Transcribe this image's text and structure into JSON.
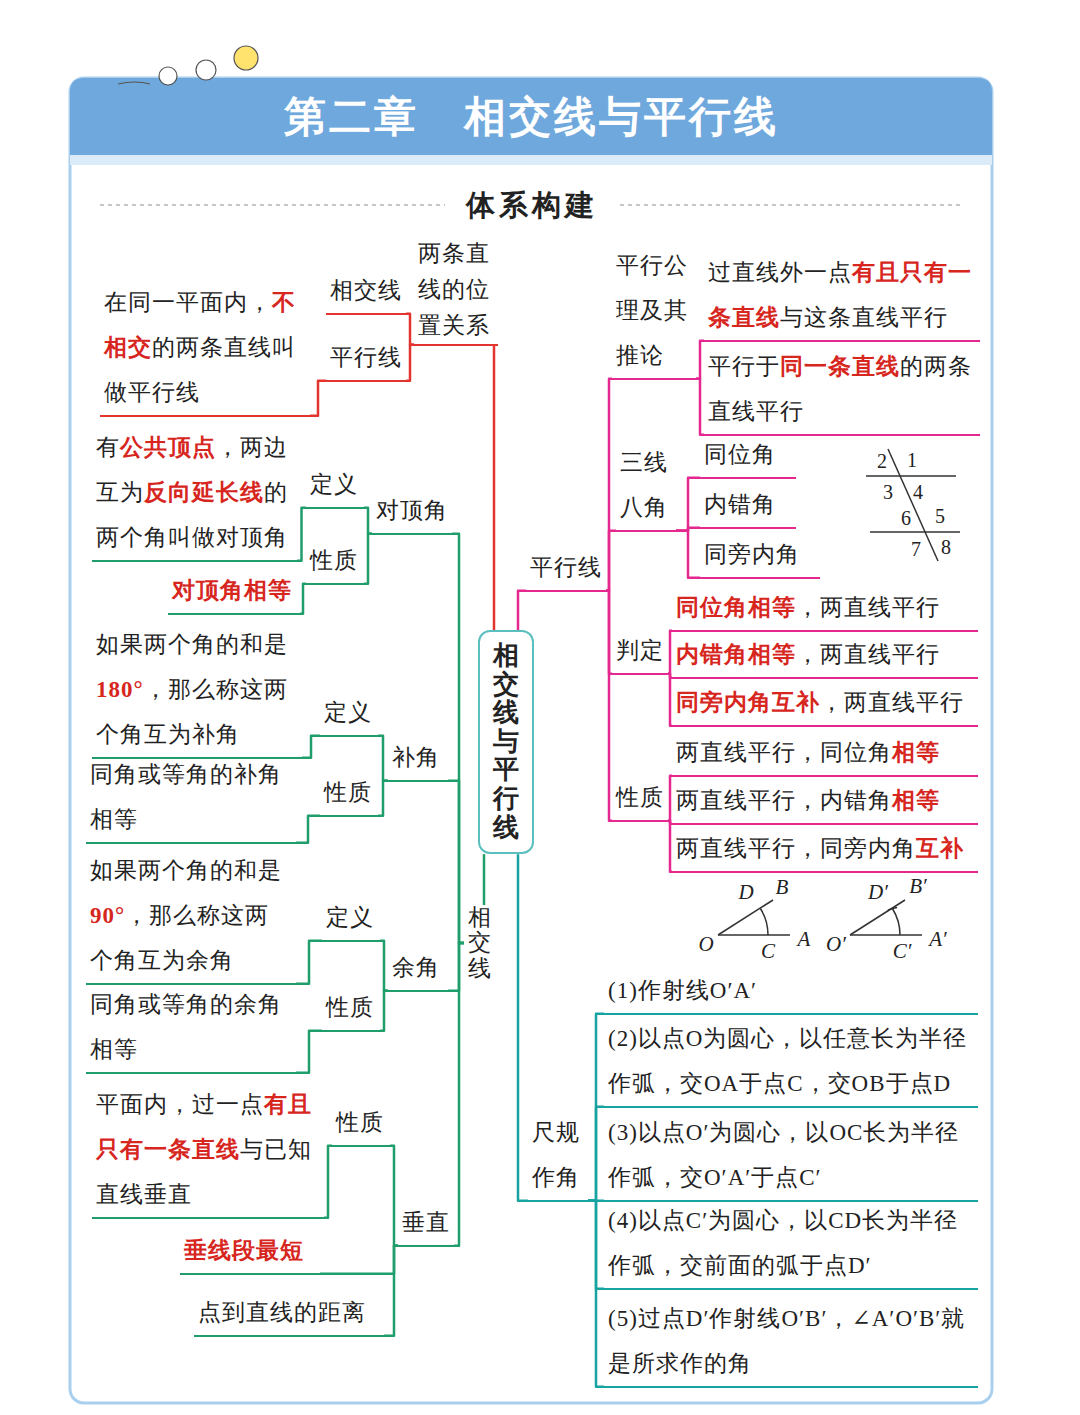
{
  "diagram": {
    "title": "第二章　相交线与平行线",
    "nodes": [
      {
        "text": [
          "相交线与平行线"
        ]
      },
      {
        "text": [
          "两条直线的位置关系"
        ]
      },
      {
        "text": [
          "相交线"
        ]
      },
      {
        "text": [
          "平行线"
        ]
      },
      {
        "text": [
          "在同一平面内，不相交的两条直线叫做平行线"
        ]
      },
      {
        "text": [
          "相交线"
        ]
      },
      {
        "text": [
          "对顶角"
        ]
      },
      {
        "text": [
          "定义"
        ]
      },
      {
        "text": [
          "有公共顶点，两边互为反向延长线的两个角叫做对顶角"
        ]
      },
      {
        "text": [
          "性质"
        ]
      },
      {
        "text": [
          "对顶角相等"
        ]
      },
      {
        "text": [
          "补角"
        ]
      },
      {
        "text": [
          "定义"
        ]
      },
      {
        "text": [
          "如果两个角的和是180°，那么称这两个角互为补角"
        ]
      },
      {
        "text": [
          "性质"
        ]
      },
      {
        "text": [
          "同角或等角的补角相等"
        ]
      },
      {
        "text": [
          "余角"
        ]
      },
      {
        "text": [
          "定义"
        ]
      },
      {
        "text": [
          "如果两个角的和是90°，那么称这两个角互为余角"
        ]
      },
      {
        "text": [
          "性质"
        ]
      },
      {
        "text": [
          "同角或等角的余角相等"
        ]
      },
      {
        "text": [
          "垂直"
        ]
      },
      {
        "text": [
          "性质"
        ]
      },
      {
        "text": [
          "平面内，过一点有且只有一条直线与已知直线垂直"
        ]
      },
      {
        "text": [
          "垂线段最短"
        ]
      },
      {
        "text": [
          "点到直线的距离"
        ]
      },
      {
        "text": [
          "平行线"
        ]
      },
      {
        "text": [
          "平行公理及其推论"
        ]
      },
      {
        "text": [
          "过直线外一点有且只有一条直线与这条直线平行"
        ]
      },
      {
        "text": [
          "平行于同一条直线的两条直线平行"
        ]
      },
      {
        "text": [
          "三线八角"
        ]
      },
      {
        "text": [
          "同位角"
        ]
      },
      {
        "text": [
          "内错角"
        ]
      },
      {
        "text": [
          "同旁内角"
        ]
      },
      {
        "text": [
          "判定"
        ]
      },
      {
        "text": [
          "同位角相等，两直线平行"
        ]
      },
      {
        "text": [
          "内错角相等，两直线平行"
        ]
      },
      {
        "text": [
          "同旁内角互补，两直线平行"
        ]
      },
      {
        "text": [
          "性质"
        ]
      },
      {
        "text": [
          "两直线平行，同位角相等"
        ]
      },
      {
        "text": [
          "两直线平行，内错角相等"
        ]
      },
      {
        "text": [
          "两直线平行，同旁内角互补"
        ]
      },
      {
        "text": [
          "尺规作角"
        ]
      },
      {
        "text": [
          "(1)作射线O′A′"
        ]
      },
      {
        "text": [
          "(2)以点O为圆心，以任意长为半径作弧，交OA于点C，交OB于点D"
        ]
      },
      {
        "text": [
          "(3)以点O′为圆心，以OC长为半径作弧，交O′A′于点C′"
        ]
      },
      {
        "text": [
          "(4)以点C′为圆心，以CD长为半径作弧，交前面的弧于点D′"
        ]
      },
      {
        "text": [
          "(5)过点D′作射线O′B′，∠A′O′B′就是所求作的角"
        ]
      }
    ],
    "edges": [
      {
        "from": 0,
        "to": 1,
        "arrow": "none"
      },
      {
        "from": 1,
        "to": 2,
        "arrow": "none"
      },
      {
        "from": 1,
        "to": 3,
        "arrow": "none"
      },
      {
        "from": 3,
        "to": 4,
        "arrow": "none"
      },
      {
        "from": 0,
        "to": 5,
        "arrow": "none"
      },
      {
        "from": 5,
        "to": 6,
        "arrow": "none"
      },
      {
        "from": 6,
        "to": 7,
        "arrow": "none"
      },
      {
        "from": 7,
        "to": 8,
        "arrow": "none"
      },
      {
        "from": 6,
        "to": 9,
        "arrow": "none"
      },
      {
        "from": 9,
        "to": 10,
        "arrow": "none"
      },
      {
        "from": 5,
        "to": 11,
        "arrow": "none"
      },
      {
        "from": 11,
        "to": 12,
        "arrow": "none"
      },
      {
        "from": 12,
        "to": 13,
        "arrow": "none"
      },
      {
        "from": 11,
        "to": 14,
        "arrow": "none"
      },
      {
        "from": 14,
        "to": 15,
        "arrow": "none"
      },
      {
        "from": 5,
        "to": 16,
        "arrow": "none"
      },
      {
        "from": 16,
        "to": 17,
        "arrow": "none"
      },
      {
        "from": 17,
        "to": 18,
        "arrow": "none"
      },
      {
        "from": 16,
        "to": 19,
        "arrow": "none"
      },
      {
        "from": 19,
        "to": 20,
        "arrow": "none"
      },
      {
        "from": 5,
        "to": 21,
        "arrow": "none"
      },
      {
        "from": 21,
        "to": 22,
        "arrow": "none"
      },
      {
        "from": 22,
        "to": 23,
        "arrow": "none"
      },
      {
        "from": 21,
        "to": 24,
        "arrow": "none"
      },
      {
        "from": 21,
        "to": 25,
        "arrow": "none"
      },
      {
        "from": 0,
        "to": 26,
        "arrow": "none"
      },
      {
        "from": 26,
        "to": 27,
        "arrow": "none"
      },
      {
        "from": 27,
        "to": 28,
        "arrow": "none"
      },
      {
        "from": 27,
        "to": 29,
        "arrow": "none"
      },
      {
        "from": 26,
        "to": 30,
        "arrow": "none"
      },
      {
        "from": 30,
        "to": 31,
        "arrow": "none"
      },
      {
        "from": 30,
        "to": 32,
        "arrow": "none"
      },
      {
        "from": 30,
        "to": 33,
        "arrow": "none"
      },
      {
        "from": 26,
        "to": 34,
        "arrow": "none"
      },
      {
        "from": 34,
        "to": 35,
        "arrow": "none"
      },
      {
        "from": 34,
        "to": 36,
        "arrow": "none"
      },
      {
        "from": 34,
        "to": 37,
        "arrow": "none"
      },
      {
        "from": 26,
        "to": 38,
        "arrow": "none"
      },
      {
        "from": 38,
        "to": 39,
        "arrow": "none"
      },
      {
        "from": 38,
        "to": 40,
        "arrow": "none"
      },
      {
        "from": 38,
        "to": 41,
        "arrow": "none"
      },
      {
        "from": 0,
        "to": 42,
        "arrow": "none"
      },
      {
        "from": 42,
        "to": 43,
        "arrow": "none"
      },
      {
        "from": 42,
        "to": 44,
        "arrow": "none"
      },
      {
        "from": 42,
        "to": 45,
        "arrow": "none"
      },
      {
        "from": 42,
        "to": 46,
        "arrow": "none"
      },
      {
        "from": 42,
        "to": 47,
        "arrow": "none"
      }
    ],
    "labels": [
      "体系构建",
      "2",
      "1",
      "3",
      "4",
      "6",
      "5",
      "7",
      "8",
      "D",
      "B",
      "O",
      "C",
      "A",
      "D′",
      "B′",
      "O′",
      "C′",
      "A′"
    ]
  }
}
